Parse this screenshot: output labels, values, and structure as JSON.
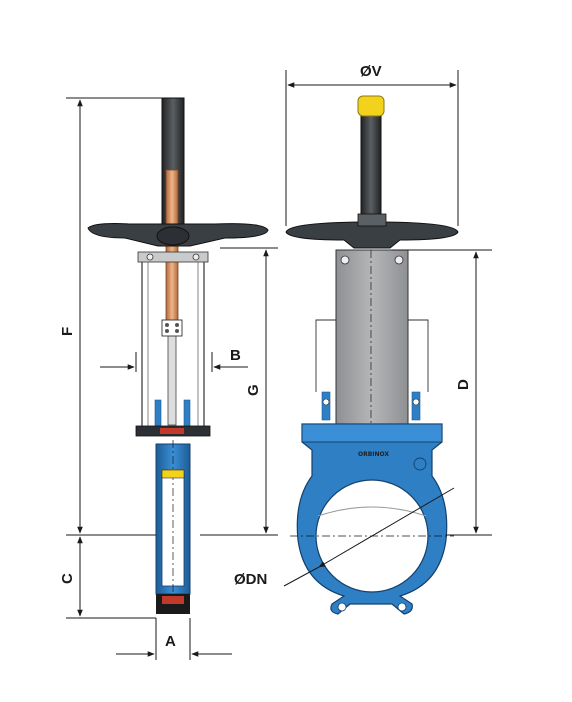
{
  "labels": {
    "v": "ØV",
    "f": "F",
    "g": "G",
    "b": "B",
    "d": "D",
    "c": "C",
    "a": "A",
    "dn": "ØDN"
  },
  "colors": {
    "body_blue": "#2f7fc4",
    "body_blue_dark": "#1d5c96",
    "handwheel": "#3a3f44",
    "yoke_gray": "#a7a9ab",
    "stem_copper": "#d9905a",
    "cap_yellow": "#f2d21b",
    "line": "#1a1a1a"
  }
}
